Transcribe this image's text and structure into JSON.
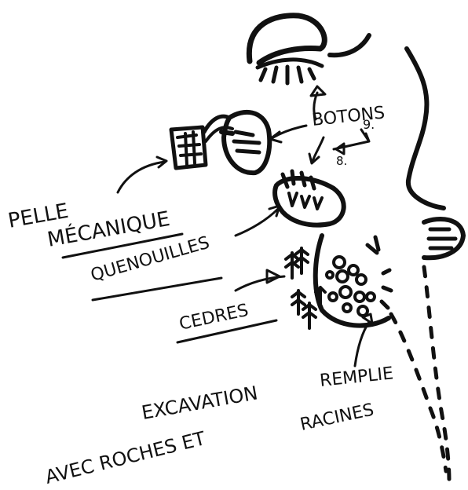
{
  "labels": {
    "pelle_line1": "PELLE",
    "pelle_line2": "MÉCANIQUE",
    "quenouilles": "QUENOUILLES",
    "cedres": "CEDRES",
    "boutons": "BOTONS",
    "num_9": "9.",
    "num_8": "8.",
    "excavation": "EXCAVATION",
    "remplie": "REMPLIE",
    "avec_roches": "AVEC ROCHES ET",
    "racines": "RACINES"
  },
  "colors": {
    "ink": "#111111",
    "paper": "#ffffff"
  }
}
